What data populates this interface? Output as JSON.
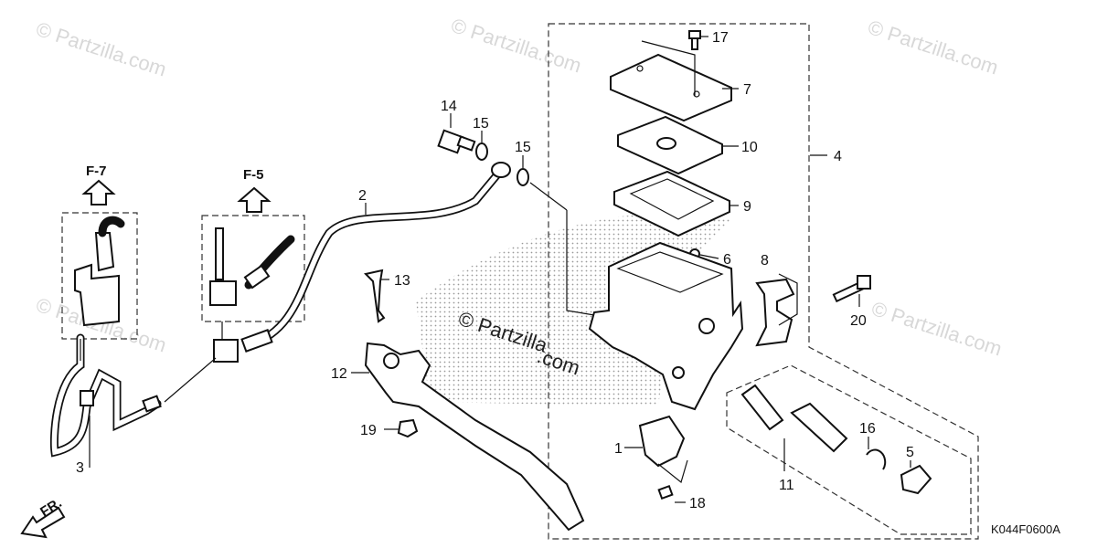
{
  "watermark": {
    "text": "© Partzilla.com",
    "center_line1": "© Partzilla",
    "center_line2": ".com"
  },
  "diagram_code": "K044F0600A",
  "direction_label": "FR.",
  "ref_labels": [
    "F-7",
    "F-5"
  ],
  "callouts": {
    "c1": "1",
    "c2": "2",
    "c3": "3",
    "c4": "4",
    "c5": "5",
    "c6": "6",
    "c7": "7",
    "c8": "8",
    "c9": "9",
    "c10": "10",
    "c11": "11",
    "c12": "12",
    "c13": "13",
    "c14": "14",
    "c15a": "15",
    "c15b": "15",
    "c16": "16",
    "c17": "17",
    "c18": "18",
    "c19": "19",
    "c20": "20"
  },
  "colors": {
    "ink": "#111111",
    "watermark": "#d8d8d8",
    "stipple": "#9a9a9a"
  }
}
